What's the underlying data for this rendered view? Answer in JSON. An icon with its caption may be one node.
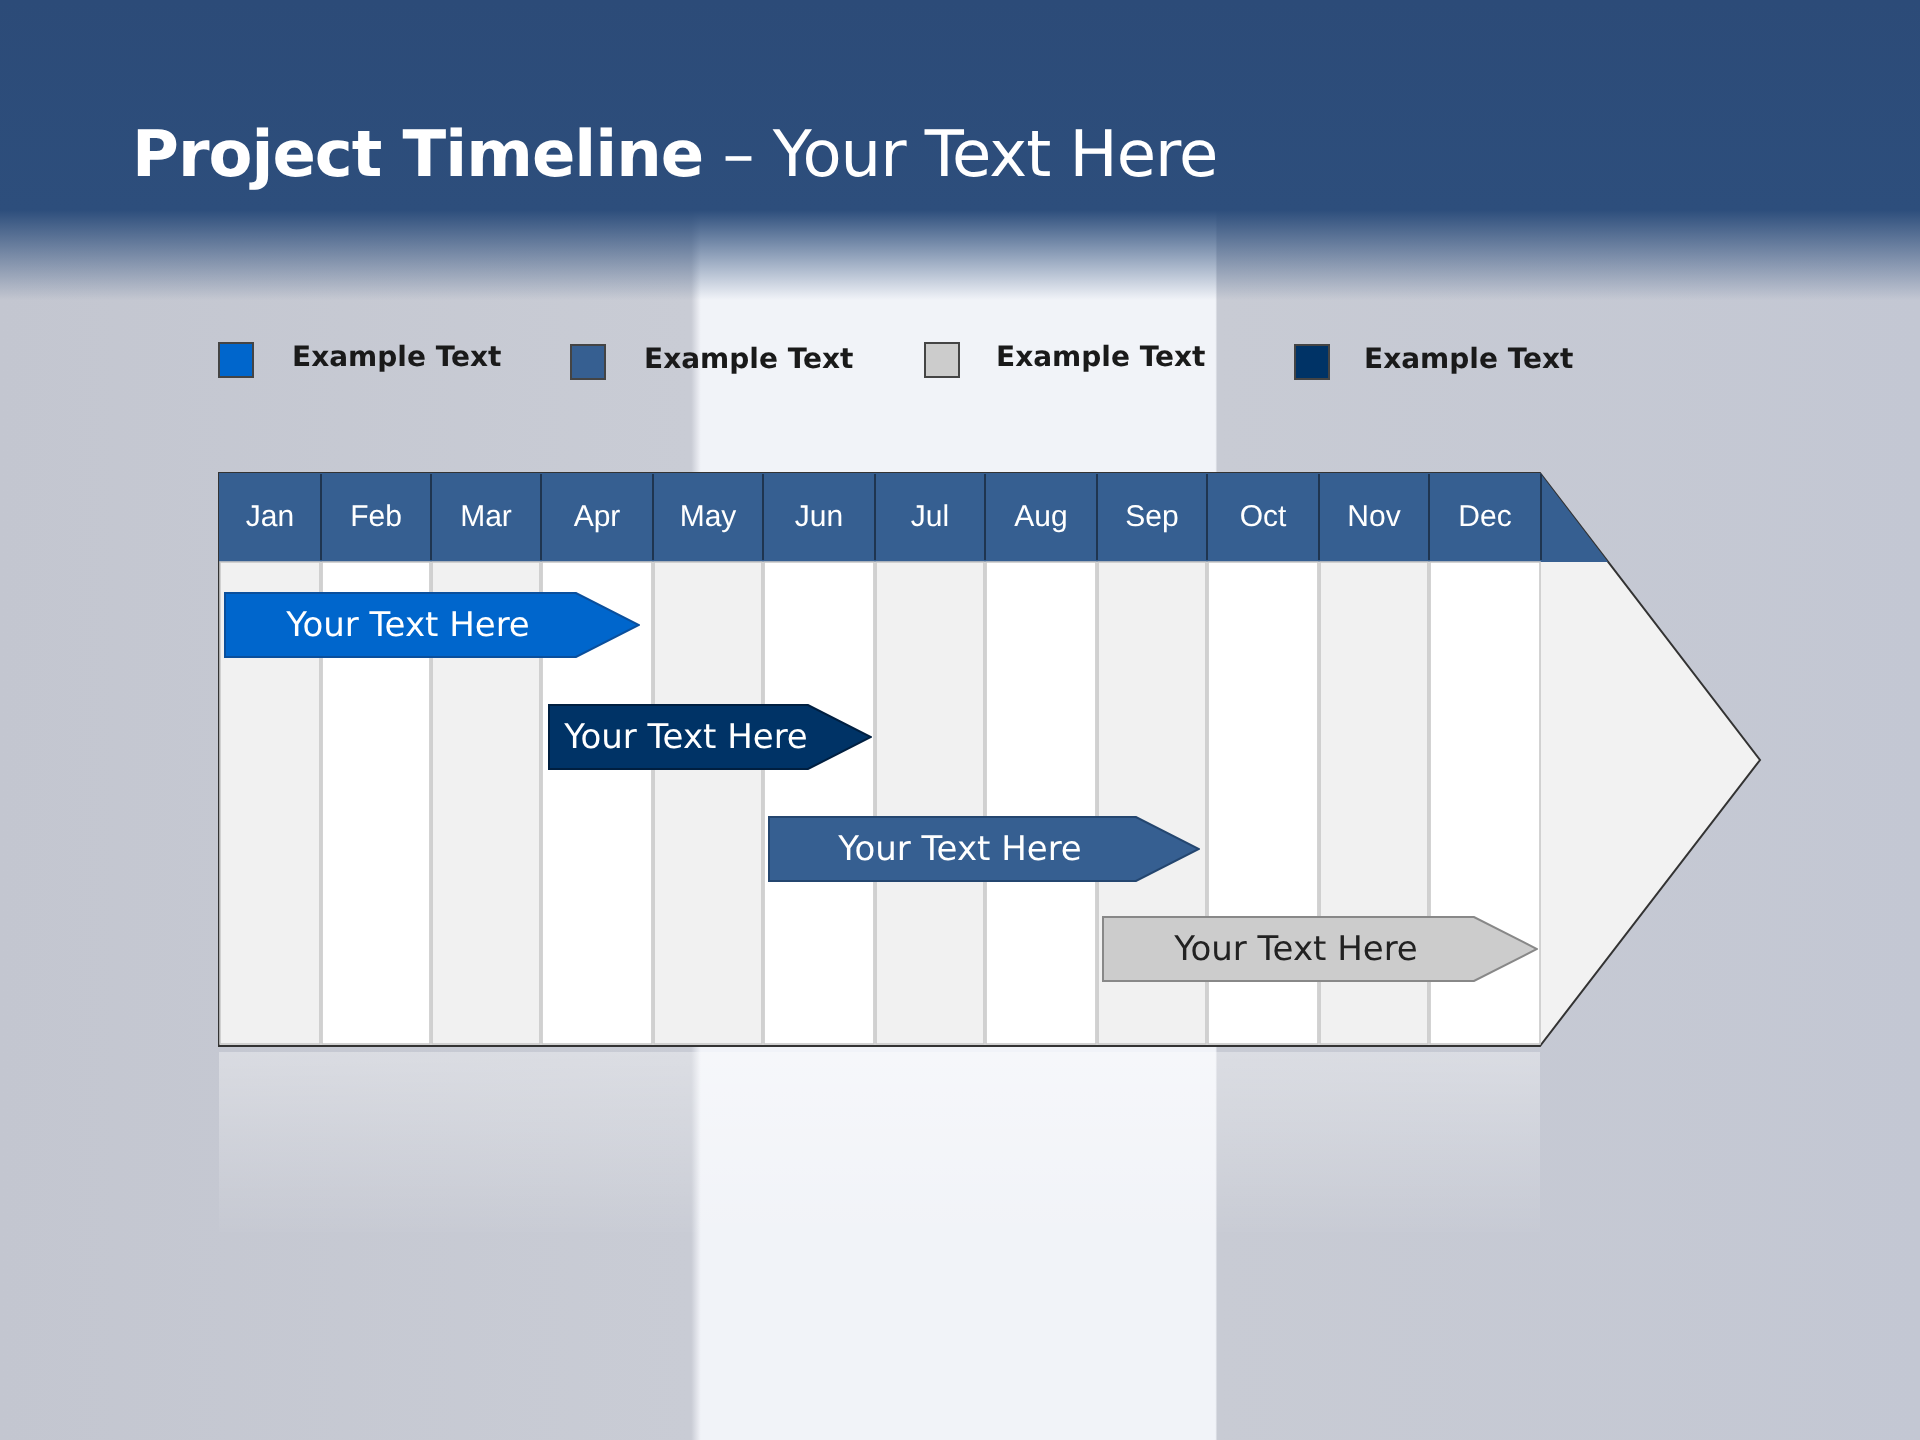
{
  "diagram": {
    "title": "**Project Timeline** – Your Text Here",
    "nodes": [
      {
        "text": [
          "Your Text Here"
        ]
      },
      {
        "text": [
          "Your Text Here"
        ]
      },
      {
        "text": [
          "Your Text Here"
        ]
      },
      {
        "text": [
          "Your Text Here"
        ]
      }
    ],
    "labels": [
      "Jan",
      "Feb",
      "Mar",
      "Apr",
      "May",
      "Jun",
      "Jul",
      "Aug",
      "Sep",
      "Oct",
      "Nov",
      "Dec"
    ],
    "legend": [
      {
        "text": "Example Text",
        "color": "#0066cc"
      },
      {
        "text": "Example Text",
        "color": "#365f91"
      },
      {
        "text": "Example Text",
        "color": "#cccccc"
      },
      {
        "text": "Example Text",
        "color": "#003366"
      }
    ]
  }
}
